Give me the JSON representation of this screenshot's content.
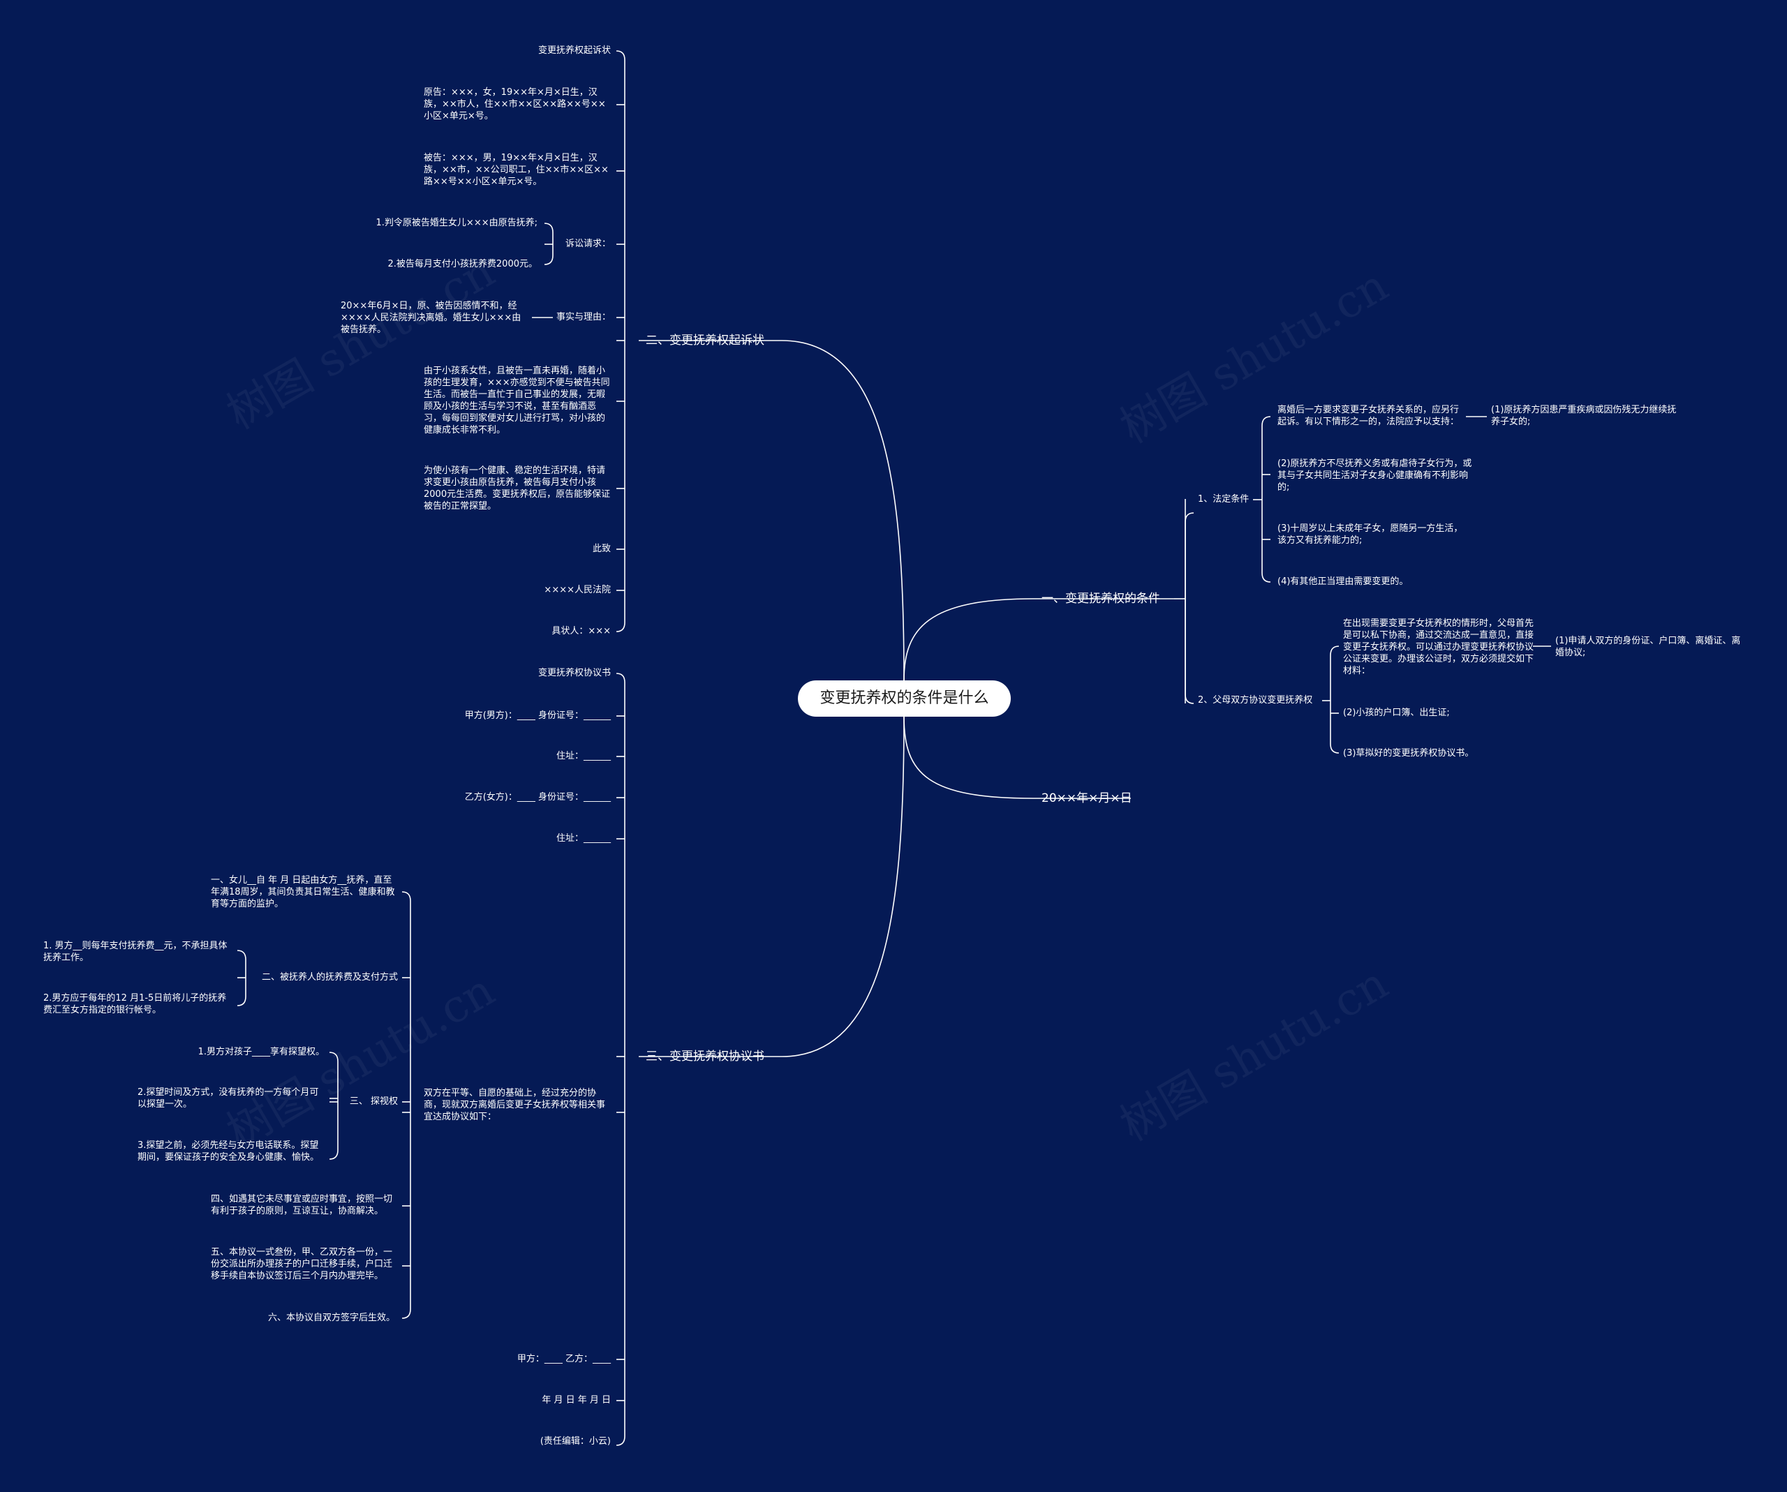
{
  "root": "变更抚养权的条件是什么",
  "watermark": "树图 shutu.cn",
  "colors": {
    "background": "#051a55",
    "line": "#ffffff",
    "root_fill": "#ffffff"
  },
  "right": {
    "conditions": {
      "title": "一、变更抚养权的条件",
      "legal": {
        "label": "1、法定条件",
        "intro": "离婚后一方要求变更子女抚养关系的，应另行起诉。有以下情形之一的，法院应予以支持：",
        "item1": "(1)原抚养方因患严重疾病或因伤残无力继续抚养子女的;",
        "item2": "(2)原抚养方不尽抚养义务或有虐待子女行为，或其与子女共同生活对子女身心健康确有不利影响的;",
        "item3": "(3)十周岁以上未成年子女，愿随另一方生活，该方又有抚养能力的;",
        "item4": "(4)有其他正当理由需要变更的。"
      },
      "agreement": {
        "label": "2、父母双方协议变更抚养权",
        "intro": "在出现需要变更子女抚养权的情形时，父母首先是可以私下协商，通过交流达成一直意见，直接变更子女抚养权。可以通过办理变更抚养权协议公证来变更。办理该公证时，双方必须提交如下材料：",
        "item1": "(1)申请人双方的身份证、户口簿、离婚证、离婚协议;",
        "item2": "(2)小孩的户口簿、出生证;",
        "item3": "(3)草拟好的变更抚养权协议书。"
      }
    },
    "date": "20××年×月×日"
  },
  "complaint": {
    "title": "二、变更抚养权起诉状",
    "header": "变更抚养权起诉状",
    "plaintiff": "原告：×××，女，19××年×月×日生，汉族，××市人，住××市××区××路××号××小区×单元×号。",
    "defendant": "被告：×××，男，19××年×月×日生，汉族，××市，××公司职工，住××市××区××路××号××小区×单元×号。",
    "claims_label": "诉讼请求：",
    "claim1": "1.判令原被告婚生女儿×××由原告抚养;",
    "claim2": "2.被告每月支付小孩抚养费2000元。",
    "facts_label": "事实与理由：",
    "facts": "20××年6月×日，原、被告因感情不和，经××××人民法院判决离婚。婚生女儿×××由被告抚养。",
    "para2": "由于小孩系女性，且被告一直未再婚，随着小孩的生理发育，×××亦感觉到不便与被告共同生活。而被告一直忙于自己事业的发展，无暇顾及小孩的生活与学习不说，甚至有酗酒恶习，每每回到家便对女儿进行打骂，对小孩的健康成长非常不利。",
    "para3": "为使小孩有一个健康、稳定的生活环境，特请求变更小孩由原告抚养，被告每月支付小孩2000元生活费。变更抚养权后，原告能够保证被告的正常探望。",
    "closing": "此致",
    "court": "××××人民法院",
    "signer": "具状人：×××"
  },
  "agreement": {
    "title": "三、变更抚养权协议书",
    "header": "变更抚养权协议书",
    "partyA": "甲方(男方)：____ 身份证号：______",
    "addrA": "住址：______",
    "partyB": "乙方(女方)：____ 身份证号：______",
    "addrB": "住址：______",
    "body": "双方在平等、自愿的基础上，经过充分的协商，现就双方离婚后变更子女抚养权等相关事宜达成协议如下：",
    "clause1": "一、女儿__自 年 月 日起由女方__抚养，直至年满18周岁，其间负责其日常生活、健康和教育等方面的监护。",
    "clause2_label": "二、被抚养人的抚养费及支付方式",
    "clause2_1": "1. 男方__则每年支付抚养费__元，不承担具体抚养工作。",
    "clause2_2": "2.男方应于每年的12 月1-5日前将儿子的抚养费汇至女方指定的银行帐号。",
    "clause3_label": "三、 探视权",
    "clause3_1": "1.男方对孩子____享有探望权。",
    "clause3_2": "2.探望时间及方式，没有抚养的一方每个月可以探望一次。",
    "clause3_3": "3.探望之前，必须先经与女方电话联系。探望期间，要保证孩子的安全及身心健康、愉快。",
    "clause4": "四、如遇其它未尽事宜或应时事宜，按照一切有利于孩子的原则，互谅互让，协商解决。",
    "clause5": "五、本协议一式叁份，甲、乙双方各一份，一份交派出所办理孩子的户口迁移手续，户口迁移手续自本协议签订后三个月内办理完毕。",
    "clause6": "六、本协议自双方签字后生效。",
    "sign": "甲方：____ 乙方：____",
    "date": "年 月 日 年 月 日",
    "editor": "(责任编辑：小云)"
  }
}
